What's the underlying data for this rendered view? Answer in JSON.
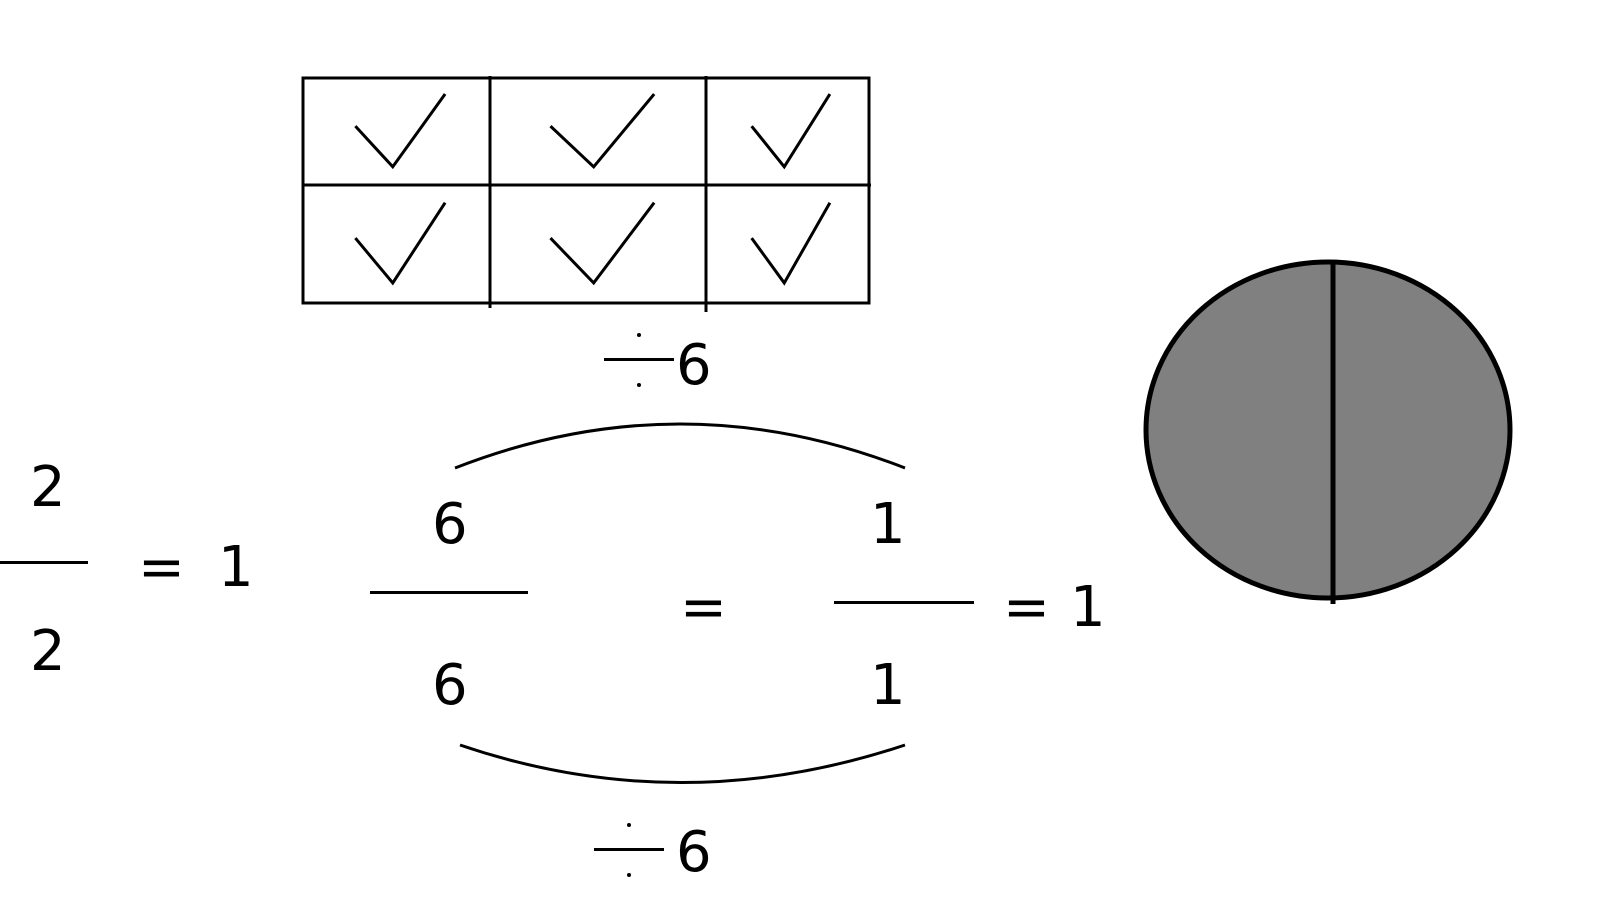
{
  "grid": {
    "rows": 2,
    "cols": 3,
    "cells": [
      {
        "checked": true
      },
      {
        "checked": true
      },
      {
        "checked": true
      },
      {
        "checked": true
      },
      {
        "checked": true
      },
      {
        "checked": true
      }
    ]
  },
  "left_fraction": {
    "numerator": "2",
    "denominator": "2",
    "equals": "=",
    "result": "1"
  },
  "middle_equation": {
    "top_operation": {
      "operator_symbol": "÷",
      "operand": "6"
    },
    "bottom_operation": {
      "operator_symbol": "÷",
      "operand": "6"
    },
    "left_fraction": {
      "numerator": "6",
      "denominator": "6"
    },
    "equals": "=",
    "right_fraction": {
      "numerator": "1",
      "denominator": "1"
    },
    "equals_2": "=",
    "result": "1"
  },
  "circle": {
    "fill_color": "#808080",
    "stroke_color": "#000000",
    "parts": 2,
    "shaded_parts": 2
  }
}
